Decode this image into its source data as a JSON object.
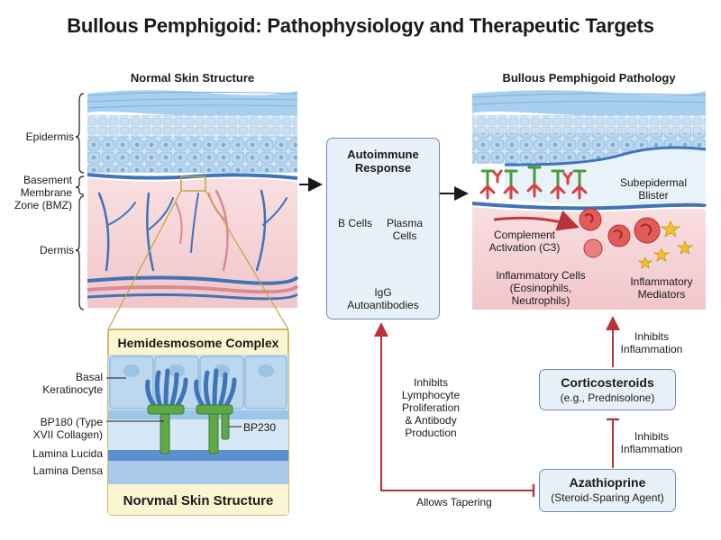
{
  "title": "Bullous Pemphigoid: Pathophysiology and Therapeutic Targets",
  "normal": {
    "heading": "Normal Skin Structure",
    "labels": {
      "epidermis": "Epidermis",
      "bmz_line1": "Basement",
      "bmz_line2": "Membrane",
      "bmz_line3": "Zone (BMZ)",
      "dermis": "Dermis"
    }
  },
  "hemidesmosome": {
    "heading": "Hemidesmosome Complex",
    "footer": "Norvmal Skin Structure",
    "labels": {
      "basal_line1": "Basal",
      "basal_line2": "Keratinocyte",
      "bp180_line1": "BP180 (Type",
      "bp180_line2": "XVII Collagen)",
      "bp230": "BP230",
      "lamina_lucida": "Lamina Lucida",
      "lamina_densa": "Lamina Densa"
    }
  },
  "autoimmune": {
    "heading_line1": "Autoimmune",
    "heading_line2": "Response",
    "b_cells": "B Cells",
    "plasma_line1": "Plasma",
    "plasma_line2": "Cells",
    "igg_line1": "IgG",
    "igg_line2": "Autoantibodies"
  },
  "pathology": {
    "heading": "Bullous Pemphigoid Pathology",
    "blister_line1": "Subepidermal",
    "blister_line2": "Blister",
    "complement_line1": "Complement",
    "complement_line2": "Activation (C3)",
    "inflam_cells_line1": "Inflammatory Cells",
    "inflam_cells_line2": "(Eosinophils,",
    "inflam_cells_line3": "Neutrophils)",
    "mediators_line1": "Inflammatory",
    "mediators_line2": "Mediators"
  },
  "therapy": {
    "inhibits_infl_top_line1": "Inhibits",
    "inhibits_infl_top_line2": "Inflammation",
    "cortico_name": "Corticosteroids",
    "cortico_sub": "(e.g., Prednisolone)",
    "inhibits_infl_mid_line1": "Inhibits",
    "inhibits_infl_mid_line2": "Inflammation",
    "aza_name": "Azathioprine",
    "aza_sub": "(Steroid-Sparing Agent)",
    "inhibits_lympho_line1": "Inhibits",
    "inhibits_lympho_line2": "Lymphocyte",
    "inhibits_lympho_line3": "Proliferation",
    "inhibits_lympho_line4": "& Antibody",
    "inhibits_lympho_line5": "Production",
    "allows_tapering": "Allows Tapering"
  },
  "colors": {
    "epidermis": "#c9e2f3",
    "dermis": "#f6d3d6",
    "bmz": "#3f74b8",
    "vessel_blue": "#3f74b8",
    "vessel_red": "#d98a93",
    "inhibit_arrow": "#b8333a",
    "antibody_red": "#d9403f",
    "antigen_green": "#4a9a3c",
    "highlight_box": "#fbf5d2",
    "highlight_border": "#c5a241"
  }
}
